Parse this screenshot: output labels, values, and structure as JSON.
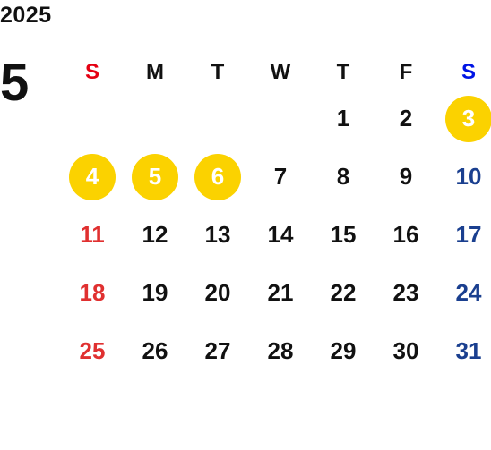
{
  "year": "2025",
  "month": "5",
  "weekdays": [
    {
      "label": "S",
      "color": "#e50012"
    },
    {
      "label": "M",
      "color": "#111111"
    },
    {
      "label": "T",
      "color": "#111111"
    },
    {
      "label": "W",
      "color": "#111111"
    },
    {
      "label": "T",
      "color": "#111111"
    },
    {
      "label": "F",
      "color": "#111111"
    },
    {
      "label": "S",
      "color": "#0015e5"
    }
  ],
  "colors": {
    "sunday": "#e03030",
    "saturday": "#1a3f8f",
    "weekday": "#111111",
    "holiday_fill": "#fbd200",
    "holiday_text": "#ffffff"
  },
  "weeks": [
    [
      "",
      "",
      "",
      "",
      "1",
      "2",
      "3"
    ],
    [
      "4",
      "5",
      "6",
      "7",
      "8",
      "9",
      "10"
    ],
    [
      "11",
      "12",
      "13",
      "14",
      "15",
      "16",
      "17"
    ],
    [
      "18",
      "19",
      "20",
      "21",
      "22",
      "23",
      "24"
    ],
    [
      "25",
      "26",
      "27",
      "28",
      "29",
      "30",
      "31"
    ]
  ],
  "holidays": [
    "3",
    "4",
    "5",
    "6"
  ]
}
